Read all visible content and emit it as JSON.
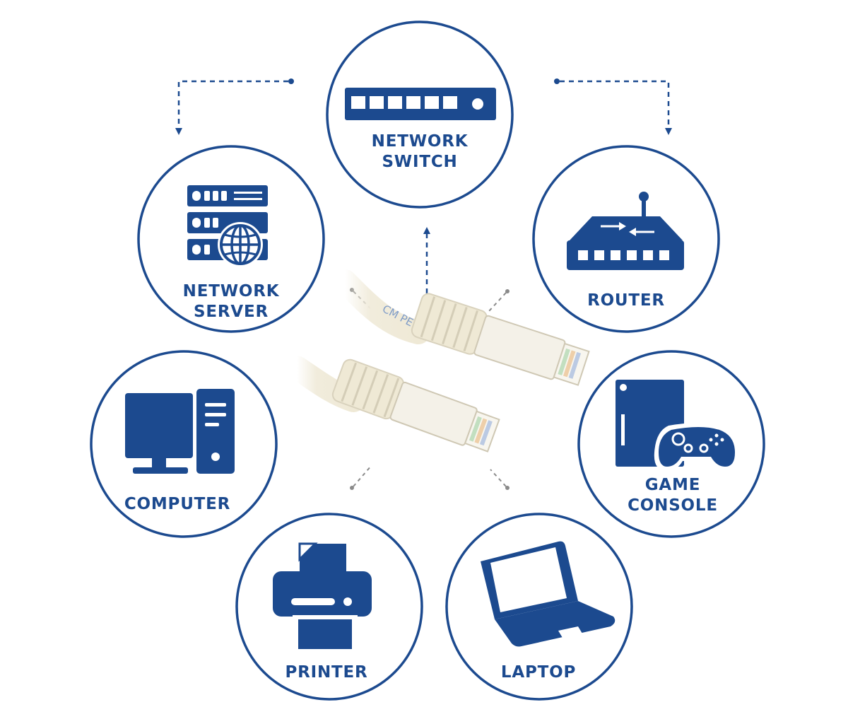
{
  "colors": {
    "accent": "#1c4a8f",
    "background": "#ffffff",
    "cable": "#f1ecdc"
  },
  "nodes": {
    "network_switch": {
      "line1": "NETWORK",
      "line2": "SWITCH",
      "icon": "network-switch-icon"
    },
    "network_server": {
      "line1": "NETWORK",
      "line2": "SERVER",
      "icon": "server-rack-globe-icon"
    },
    "router": {
      "line1": "ROUTER",
      "icon": "router-icon"
    },
    "computer": {
      "line1": "COMPUTER",
      "icon": "desktop-computer-icon"
    },
    "game_console": {
      "line1": "GAME",
      "line2": "CONSOLE",
      "icon": "game-console-icon"
    },
    "printer": {
      "line1": "PRINTER",
      "icon": "printer-icon"
    },
    "laptop": {
      "line1": "LAPTOP",
      "icon": "laptop-icon"
    }
  },
  "cable_print": "CM PE WO",
  "center_image": "ethernet-cable-rj45-connectors"
}
